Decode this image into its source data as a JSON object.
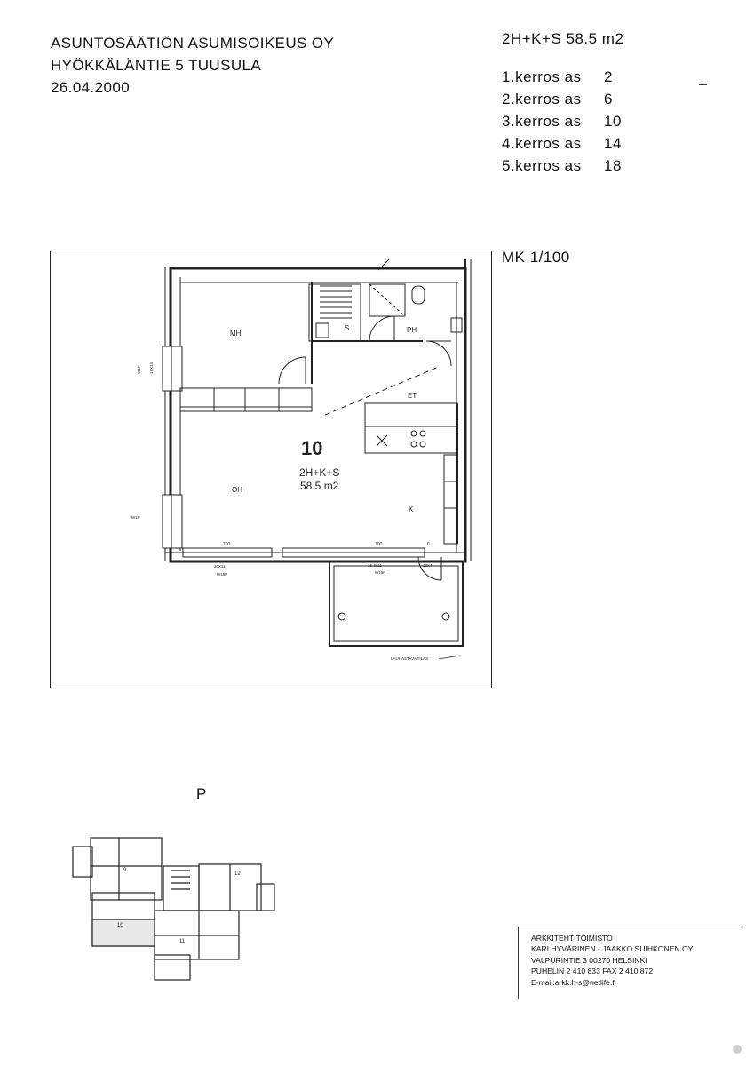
{
  "header": {
    "company": "ASUNTOSÄÄTIÖN ASUMISOIKEUS OY",
    "address": "HYÖKKÄLÄNTIE 5 TUUSULA",
    "date": "26.04.2000"
  },
  "apartment": {
    "type_area": "2H+K+S  58.5 m2",
    "floors": [
      {
        "label": "1.kerros as",
        "number": "2"
      },
      {
        "label": "2.kerros as",
        "number": "6"
      },
      {
        "label": "3.kerros as",
        "number": "10"
      },
      {
        "label": "4.kerros as",
        "number": "14"
      },
      {
        "label": "5.kerros as",
        "number": "18"
      }
    ]
  },
  "scale": "MK 1/100",
  "plan": {
    "apartment_number": "10",
    "type": "2H+K+S",
    "area": "58.5 m2",
    "rooms": {
      "bedroom": "MH",
      "bathroom": "PH",
      "sauna": "S",
      "hall": "ET",
      "living": "OH",
      "kitchen": "K"
    },
    "dimensions": {
      "w1": "700",
      "w2": "700",
      "d1": "6"
    },
    "small_labels": {
      "window_bottom": "20X11",
      "window_bottom_type": "W15P",
      "window_mid": "15-3x11",
      "window_mid_type": "W15P",
      "door_balcony": "12X4",
      "window_left_top": "W1P",
      "window_left_size": "17X14",
      "window_left_bottom": "W1P",
      "note": "LAUHASTAVA TILAS"
    }
  },
  "orientation_label": "P",
  "site_plan": {
    "unit_numbers": [
      "9",
      "12",
      "10",
      "11"
    ]
  },
  "architect": {
    "line1": "ARKKITEHTITOIMISTO",
    "line2": "KARI HYVÄRINEN - JAAKKO SUIHKONEN OY",
    "line3": "VALPURINTIE 3 00270 HELSINKI",
    "line4": "PUHELIN 2 410 833  FAX 2 410 872",
    "line5": "E-mail:arkk.h-s@netlife.fi"
  }
}
